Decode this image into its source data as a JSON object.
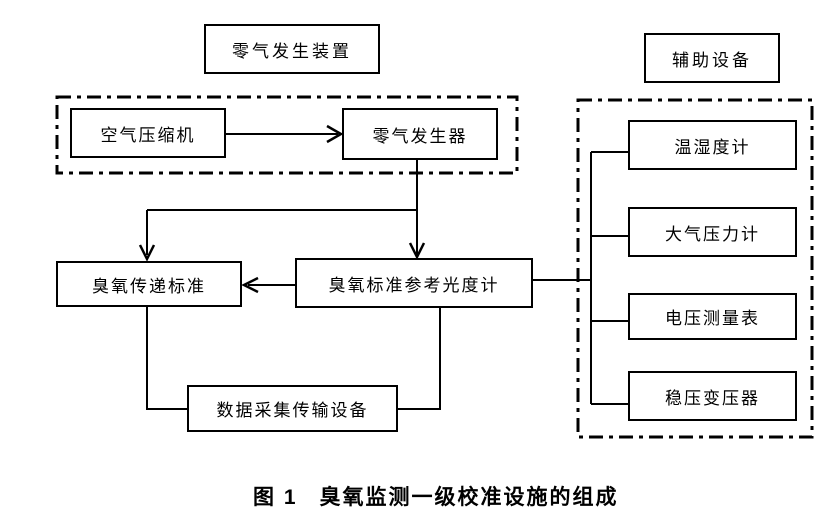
{
  "colors": {
    "line": "#000000",
    "text": "#000000",
    "background": "#ffffff"
  },
  "groups": {
    "zero_gas_device": {
      "title": "零气发生装置"
    },
    "auxiliary_equipment": {
      "title": "辅助设备"
    }
  },
  "nodes": {
    "air_compressor": "空气压缩机",
    "zero_gas_generator": "零气发生器",
    "ozone_transfer_standard": "臭氧传递标准",
    "ozone_standard_reference_photometer": "臭氧标准参考光度计",
    "data_acquisition_transmission": "数据采集传输设备",
    "thermo_hygrometer": "温湿度计",
    "barometric_pressure_gauge": "大气压力计",
    "voltage_meter": "电压测量表",
    "voltage_stabilizing_transformer": "稳压变压器"
  },
  "caption": {
    "figure_label": "图 1",
    "title": "臭氧监测一级校准设施的组成"
  }
}
